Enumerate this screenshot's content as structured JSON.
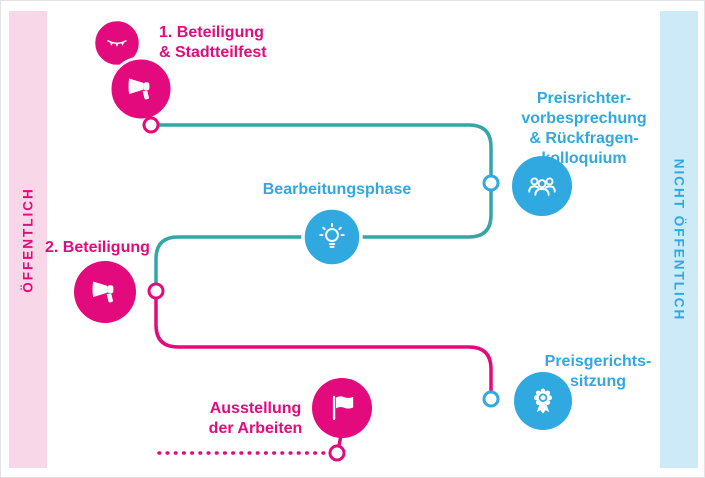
{
  "bands": {
    "public": {
      "label": "ÖFFENTLICH"
    },
    "not_public": {
      "label": "NICHT ÖFFENTLICH"
    }
  },
  "steps": {
    "beteiligung1": {
      "label": "1. Beteiligung\n& Stadtteilfest"
    },
    "preisrichter": {
      "label": "Preisrichter-\nvorbesprechung\n& Rückfragen-\nkolloquium"
    },
    "bearbeitungsphase": {
      "label": "Bearbeitungsphase"
    },
    "beteiligung2": {
      "label": "2. Beteiligung"
    },
    "preisgericht": {
      "label": "Preisgerichts-\nsitzung"
    },
    "ausstellung": {
      "label": "Ausstellung\nder Arbeiten"
    }
  },
  "icons": {
    "beteiligung1": [
      "bunting-icon",
      "megaphone-icon"
    ],
    "preisrichter": "jury-people-icon",
    "bearbeitungsphase": "lightbulb-icon",
    "beteiligung2": "megaphone-icon",
    "preisgericht": "award-medal-icon",
    "ausstellung": "flag-icon"
  },
  "colors": {
    "pink": "#e30a7d",
    "blue": "#2fa9e0",
    "teal": "#33a6a6",
    "band_pink_bg": "#f8d7e8",
    "band_blue_bg": "#cdeaf8"
  }
}
